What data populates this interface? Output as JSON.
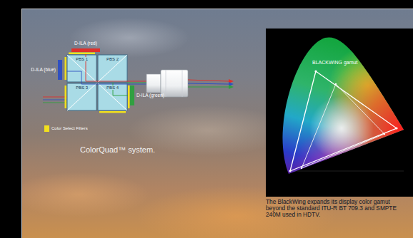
{
  "diagram": {
    "caption": "The BlackWing expands its display color gamut beyond the standard ITU-R BT 709.3 and SMPTE 240M used in HDTV.",
    "nodes": [
      {
        "text": [
          "D-ILA (red)"
        ]
      },
      {
        "text": [
          "D-ILA (blue)"
        ]
      },
      {
        "text": [
          "PBS 1"
        ]
      },
      {
        "text": [
          "PBS 2"
        ]
      },
      {
        "text": [
          "PBS 3"
        ]
      },
      {
        "text": [
          "PBS 4"
        ]
      },
      {
        "text": [
          "D-ILA (green)"
        ]
      }
    ],
    "labels": [
      "ColorQuad™ system.",
      "BLACKWING gamut"
    ],
    "legend": [
      {
        "text": "Color Select Filters",
        "color": "#f2e01e"
      }
    ]
  }
}
